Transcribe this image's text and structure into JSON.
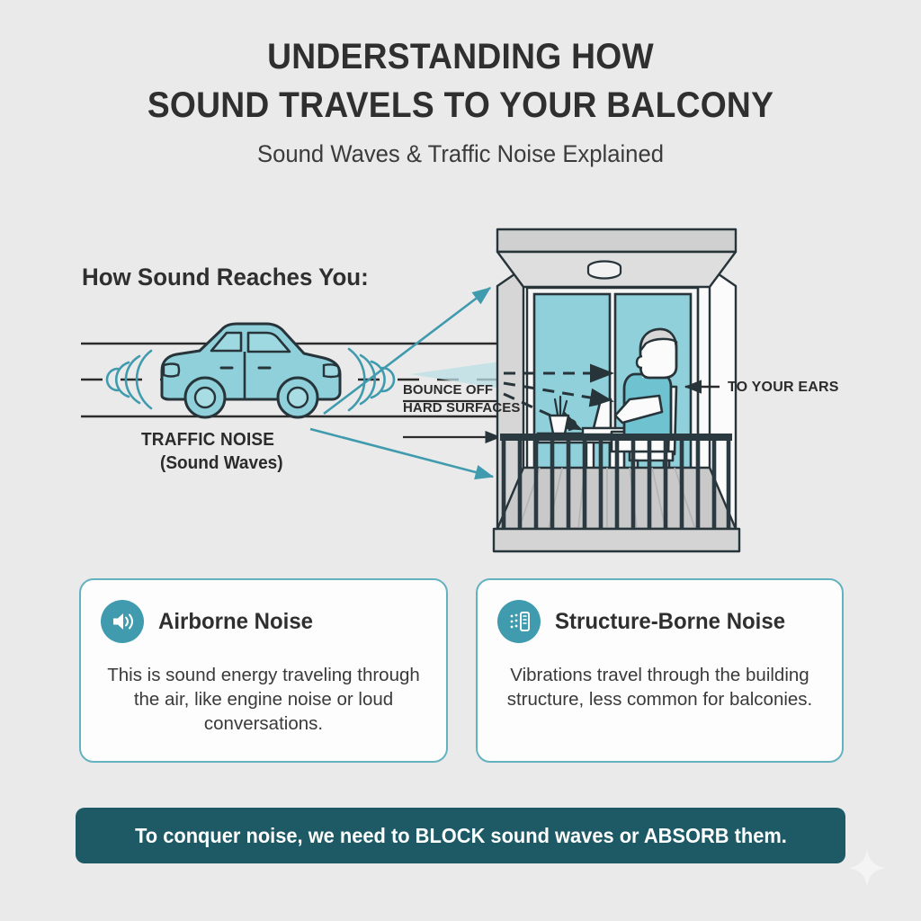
{
  "background_color": "#eaeaea",
  "accent_color": "#3f9bad",
  "accent_light": "#8fd0da",
  "banner_color": "#1d5a66",
  "ink_color": "#2f2f2f",
  "header": {
    "title_line_1": "UNDERSTANDING HOW",
    "title_line_2": "SOUND TRAVELS TO YOUR BALCONY",
    "subtitle": "Sound Waves & Traffic Noise Explained"
  },
  "diagram": {
    "section_heading": "How Sound Reaches You:",
    "labels": {
      "traffic_noise": "TRAFFIC NOISE",
      "traffic_noise_sub": "(Sound Waves)",
      "bounce_line_1": "BOUNCE OFF",
      "bounce_line_2": "HARD SURFACES",
      "to_your_ears": "TO YOUR EARS"
    },
    "icons": {
      "car": "car-icon",
      "sound_waves": "sound-wave-arcs",
      "balcony": "balcony-scene",
      "person": "person-at-laptop",
      "ceiling_light": "ceiling-light-icon",
      "plant": "potted-plant-icon",
      "mug": "coffee-mug-icon",
      "laptop": "laptop-icon"
    }
  },
  "cards": [
    {
      "icon": "speaker-wave-icon",
      "title": "Airborne Noise",
      "body": "This is sound energy traveling through the air, like engine noise or loud conversations."
    },
    {
      "icon": "vibration-panel-icon",
      "title": "Structure-Borne Noise",
      "body": "Vibrations travel through the building structure, less common for balconies."
    }
  ],
  "banner": {
    "text": "To conquer noise, we need to BLOCK sound waves or ABSORB them."
  },
  "watermark": {
    "icon": "sparkle-icon"
  }
}
